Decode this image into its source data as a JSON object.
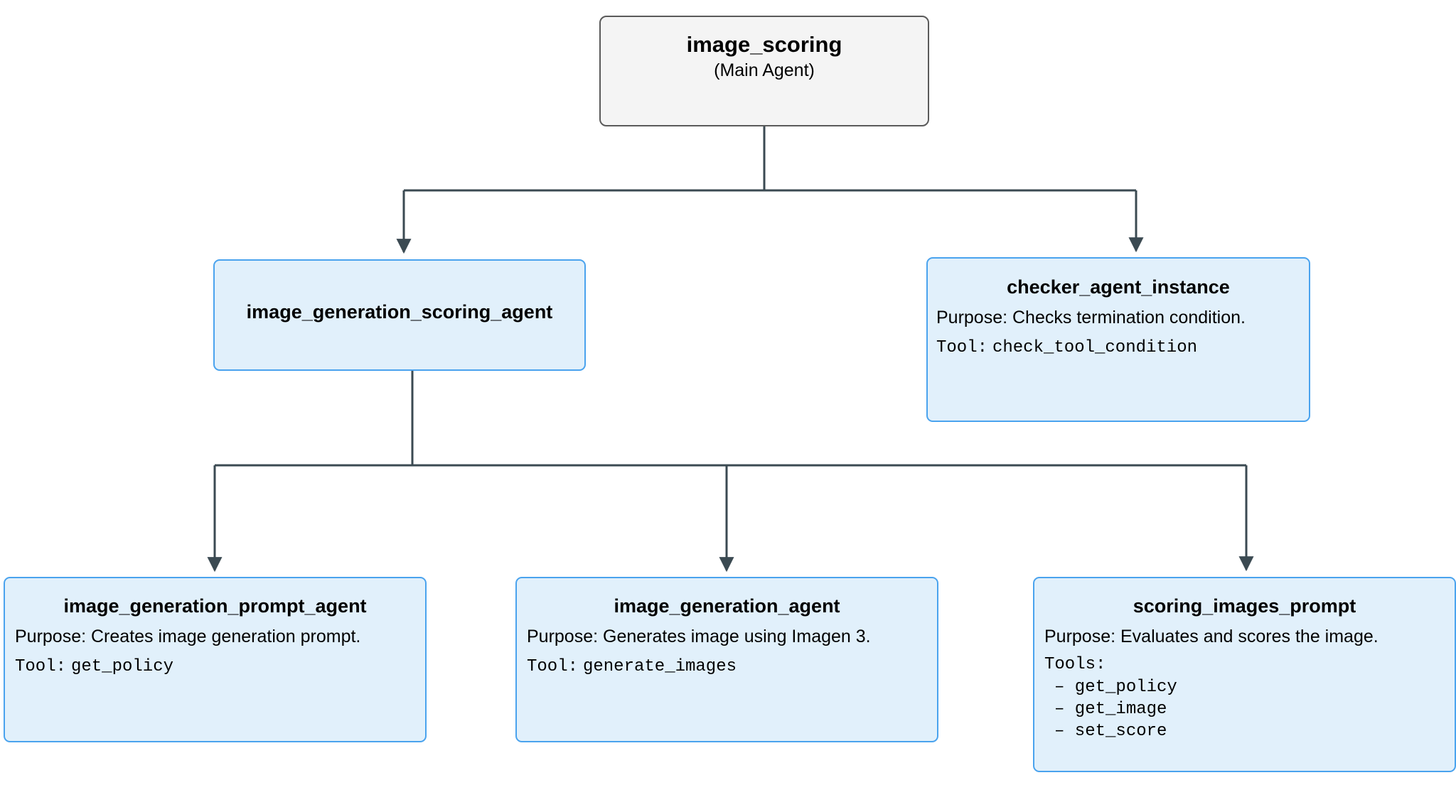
{
  "diagram": {
    "type": "agent-hierarchy-tree",
    "background_color": "#ffffff",
    "edge_color": "#3b4a52",
    "root_fill": "#f4f4f4",
    "root_border": "#5a5a5a",
    "agent_fill": "#e1f0fb",
    "agent_border": "#4aa3ee"
  },
  "nodes": {
    "root": {
      "title": "image_scoring",
      "subtitle": "(Main Agent)"
    },
    "scoring_agent": {
      "title": "image_generation_scoring_agent"
    },
    "checker": {
      "title": "checker_agent_instance",
      "purpose": "Purpose: Checks termination condition.",
      "tool_label": "Tool:",
      "tool_name": "check_tool_condition"
    },
    "prompt_agent": {
      "title": "image_generation_prompt_agent",
      "purpose": "Purpose: Creates image generation prompt.",
      "tool_label": "Tool:",
      "tool_name": "get_policy"
    },
    "generation_agent": {
      "title": "image_generation_agent",
      "purpose": "Purpose: Generates image using Imagen 3.",
      "tool_label": "Tool:",
      "tool_name": "generate_images"
    },
    "scoring_prompt": {
      "title": "scoring_images_prompt",
      "purpose": "Purpose: Evaluates and scores the image.",
      "tools_label": "Tools:",
      "tools": [
        "– get_policy",
        "– get_image",
        "– set_score"
      ]
    }
  }
}
